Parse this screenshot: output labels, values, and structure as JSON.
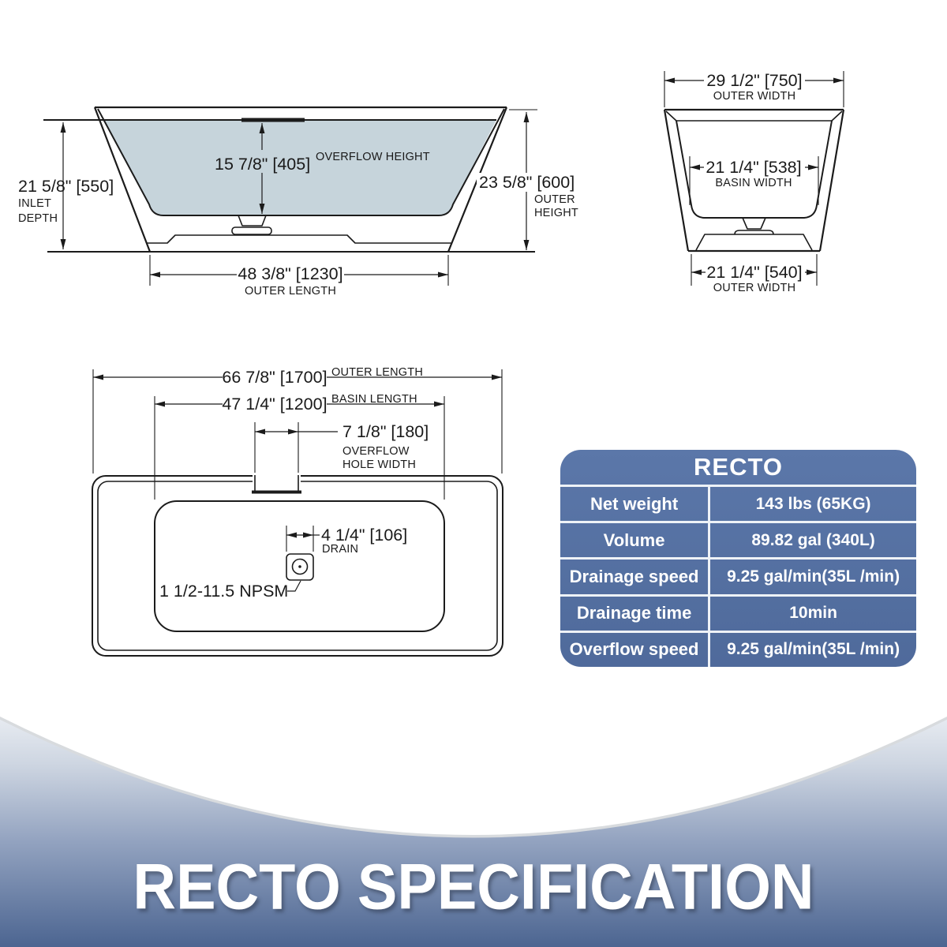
{
  "colors": {
    "line": "#1b1b1b",
    "water_fill": "#c6d4db",
    "table_bg": "#536e9f",
    "table_divider": "#eef2f7",
    "banner_gradient_top": "#f4f6f9",
    "banner_gradient_bottom": "#4c6591",
    "banner_arc_edge": "#d8dbde",
    "banner_text": "#ffffff"
  },
  "side_view": {
    "inlet_depth_value": "21 5/8\" [550]",
    "inlet_depth_label_1": "INLET",
    "inlet_depth_label_2": "DEPTH",
    "overflow_height_value": "15 7/8\" [405]",
    "overflow_height_label": "OVERFLOW HEIGHT",
    "outer_height_value": "23 5/8\" [600]",
    "outer_height_label_1": "OUTER",
    "outer_height_label_2": "HEIGHT",
    "outer_length_value": "48 3/8\" [1230]",
    "outer_length_label": "OUTER LENGTH"
  },
  "end_view": {
    "outer_width_top_value": "29 1/2\" [750]",
    "outer_width_top_label": "OUTER WIDTH",
    "basin_width_value": "21 1/4\" [538]",
    "basin_width_label": "BASIN WIDTH",
    "outer_width_bottom_value": "21 1/4\" [540]",
    "outer_width_bottom_label": "OUTER WIDTH"
  },
  "top_view": {
    "outer_length_value": "66 7/8\" [1700]",
    "outer_length_label": "OUTER LENGTH",
    "basin_length_value": "47 1/4\" [1200]",
    "basin_length_label": "BASIN LENGTH",
    "overflow_hole_value": "7 1/8\" [180]",
    "overflow_hole_label_1": "OVERFLOW",
    "overflow_hole_label_2": "HOLE WIDTH",
    "drain_value": "4 1/4\" [106]",
    "drain_label": "DRAIN",
    "drain_thread": "1 1/2-11.5 NPSM"
  },
  "spec_table": {
    "title": "RECTO",
    "rows": [
      {
        "label": "Net weight",
        "value": "143 lbs (65KG)"
      },
      {
        "label": "Volume",
        "value": "89.82 gal (340L)"
      },
      {
        "label": "Drainage speed",
        "value": "9.25 gal/min(35L /min)"
      },
      {
        "label": "Drainage time",
        "value": "10min"
      },
      {
        "label": "Overflow speed",
        "value": "9.25 gal/min(35L /min)"
      }
    ]
  },
  "banner": {
    "title": "RECTO SPECIFICATION"
  }
}
